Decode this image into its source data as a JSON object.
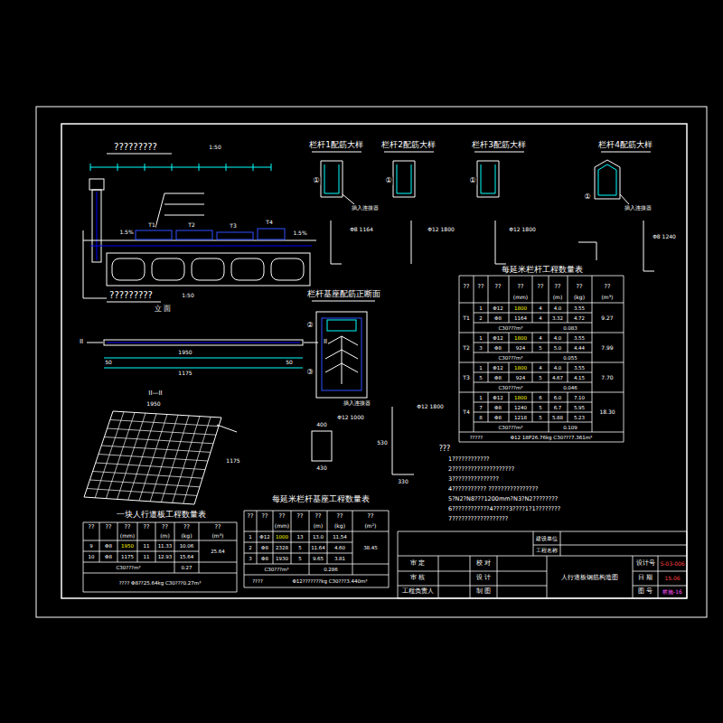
{
  "diagram": {
    "title": "人行道板钢筋构造图",
    "labels": [
      "?????????",
      "1:50",
      "栏杆1配筋大样",
      "栏杆2配筋大样",
      "栏杆3配筋大样",
      "栏杆4配筋大样",
      "?????????",
      "1:50",
      "立 面",
      "II—II",
      "栏杆基座配筋正断面",
      "每延米栏杆工程数量表",
      "一块人行道板工程数量表",
      "每延米栏杆基座工程数量表",
      "插入连接器",
      "插入连接器",
      "插入连接器",
      "Φ12 1800",
      "Φ12 1800",
      "Φ8 1164",
      "Φ8 1240",
      "Φ12 1800",
      "Φ12 1000",
      "400",
      "430",
      "530",
      "330",
      "①",
      "①",
      "①",
      "①",
      "③",
      "②",
      "II",
      "II",
      "50",
      "50",
      "1950",
      "1175",
      "T1",
      "T2",
      "T3",
      "T4",
      "1.5%",
      "1.5%",
      "1950",
      "1175",
      "???",
      "1????????????",
      "2????????????????????",
      "3???????????????",
      "4??????????? ????????????????",
      "5?N2?N8???1200mm?N3?N2????????",
      "6????????????4?????3????1?1????????",
      "7??????????????????",
      "??",
      "??",
      "??",
      "??",
      "??",
      "??",
      "??",
      "??",
      "(mm)",
      "(m)",
      "(kg)",
      "(m³)",
      "1",
      "Φ12",
      "1800",
      "4",
      "4.0",
      "3.55",
      "2",
      "Φ8",
      "1164",
      "4",
      "3.32",
      "4.72",
      "C30???m³",
      "0.083",
      "T1",
      "9.27",
      "1",
      "Φ12",
      "1800",
      "4",
      "4.0",
      "3.55",
      "3",
      "Φ8",
      "924",
      "5",
      "5.0",
      "4.44",
      "C30???m³",
      "0.055",
      "T2",
      "7.99",
      "1",
      "Φ12",
      "1800",
      "4",
      "4.0",
      "3.55",
      "5",
      "Φ8",
      "924",
      "5",
      "4.67",
      "4.15",
      "C30???m³",
      "0.046",
      "T3",
      "7.70",
      "1",
      "Φ12",
      "1800",
      "6",
      "6.0",
      "7.10",
      "7",
      "Φ8",
      "1240",
      "5",
      "6.7",
      "5.95",
      "8",
      "Φ8",
      "1218",
      "5",
      "5.88",
      "5.23",
      "C30???m³",
      "0.109",
      "T4",
      "18.30",
      "?????",
      "Φ12 18P26.76kg C30???7.361m³",
      "??",
      "??",
      "??",
      "??",
      "??",
      "??",
      "??",
      "(mm)",
      "(m)",
      "(kg)",
      "(m³)",
      "9",
      "Φ8",
      "1950",
      "11",
      "11.33",
      "10.06",
      "10",
      "Φ8",
      "1175",
      "11",
      "12.93",
      "15.64",
      "25.64",
      "C30???m³",
      "0.27",
      "???? Φ8??25.64kg C30???0.27m³",
      "??",
      "??",
      "??",
      "??",
      "??",
      "??",
      "??",
      "(mm)",
      "(m)",
      "(kg)",
      "(m²)",
      "1",
      "Φ12",
      "1000",
      "13",
      "13.0",
      "11.54",
      "2",
      "Φ8",
      "2328",
      "5",
      "11.64",
      "4.60",
      "3",
      "Φ8",
      "1930",
      "5",
      "9.65",
      "3.81",
      "38.45",
      "C30???m³",
      "0.286",
      "????",
      "Φ12???????kg C30???3.440m³",
      "建设单位",
      "工程名称",
      "审 定",
      "校 对",
      "审 核",
      "设 计",
      "工程负责人",
      "制 图",
      "设计号",
      "S-03-006",
      "日 期",
      "15.06",
      "图 号",
      "桥施-16"
    ]
  }
}
